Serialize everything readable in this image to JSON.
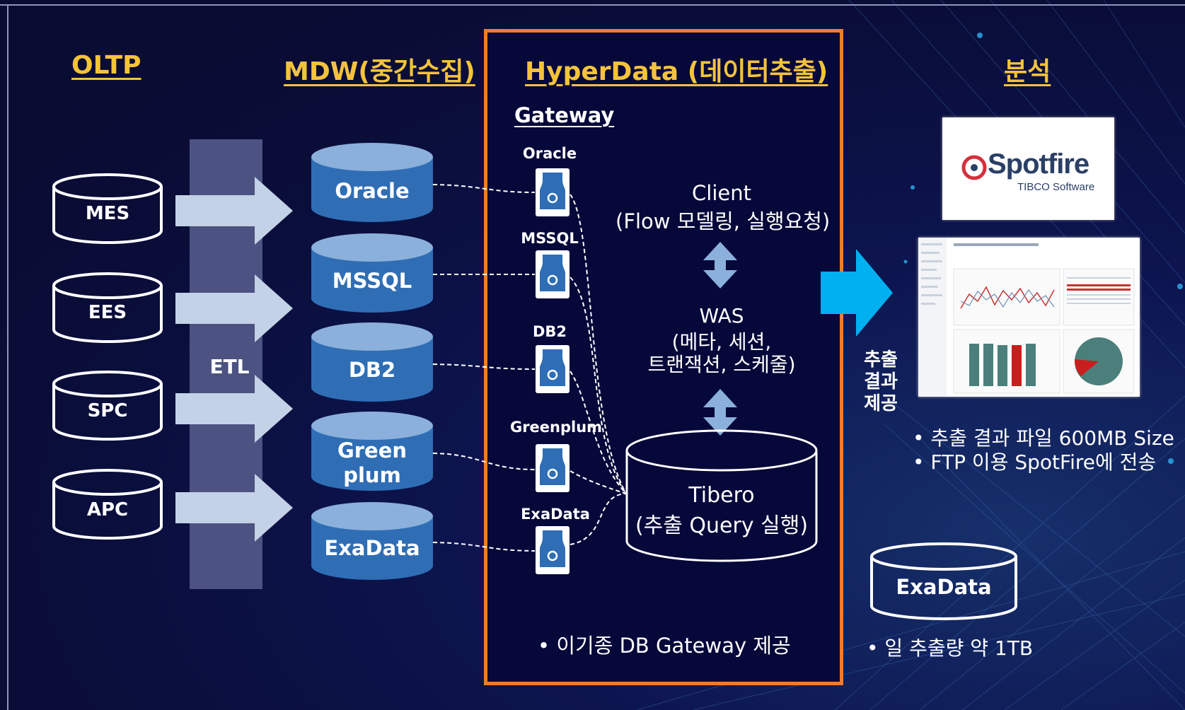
{
  "headers": {
    "oltp": "OLTP",
    "mdw": "MDW(중간수집)",
    "hyperdata": "HyperData (데이터추출)",
    "analysis": "분석"
  },
  "oltp_sources": [
    "MES",
    "EES",
    "SPC",
    "APC"
  ],
  "etl_label": "ETL",
  "mdw_dbs": [
    {
      "line1": "Oracle",
      "line2": ""
    },
    {
      "line1": "MSSQL",
      "line2": ""
    },
    {
      "line1": "DB2",
      "line2": ""
    },
    {
      "line1": "Green",
      "line2": "plum"
    },
    {
      "line1": "ExaData",
      "line2": ""
    }
  ],
  "gateway": {
    "title": "Gateway",
    "items": [
      "Oracle",
      "MSSQL",
      "DB2",
      "Greenplum",
      "ExaData"
    ]
  },
  "client": {
    "line1": "Client",
    "line2": "(Flow 모델링, 실행요청)"
  },
  "was": {
    "line1": "WAS",
    "line2": "(메타, 세션,",
    "line3": "트랜잭션, 스케줄)"
  },
  "tibero": {
    "line1": "Tibero",
    "line2": "(추출 Query 실행)"
  },
  "hyperdata_note": "• 이기종 DB Gateway 제공",
  "extract_result": {
    "line1": "추출",
    "line2": "결과",
    "line3": "제공"
  },
  "spotfire": {
    "brand": "Spotfire",
    "company": "TIBCO Software"
  },
  "analysis_notes": [
    "• 추출 결과 파일 600MB Size",
    "• FTP 이용 SpotFire에 전송"
  ],
  "exadata": {
    "label": "ExaData",
    "note": "• 일 추출량 약 1TB"
  },
  "colors": {
    "background": "#0b0f3a",
    "header": "#f5c33b",
    "orange_border": "#f07c2a",
    "db_blue": "#2f6eb5",
    "db_top": "#8bb0db",
    "arrow_light": "#c3d2e6",
    "cyan_arrow": "#00b0f0",
    "etl_band": "#4c5382"
  },
  "icons": [
    "database-cylinder-icon",
    "gateway-device-icon",
    "double-arrow-icon",
    "right-arrow-icon"
  ]
}
